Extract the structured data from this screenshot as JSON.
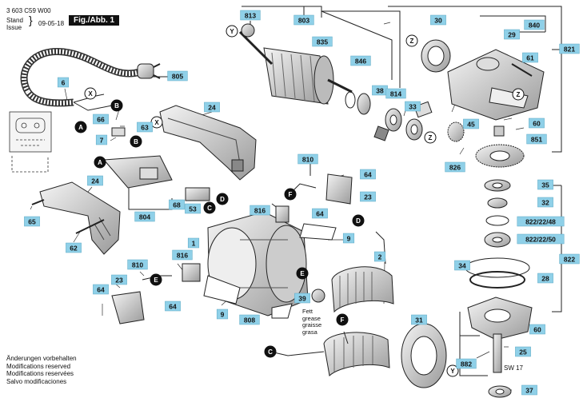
{
  "header": {
    "doc_number": "3 603 C59 W00",
    "stand_label": "Stand",
    "issue_label": "Issue",
    "date": "09-05-18",
    "figure_label": "Fig./Abb. 1"
  },
  "notes": [
    "Änderungen vorbehalten",
    "Modifications reserved",
    "Modifications reservées",
    "Salvo modificaciones"
  ],
  "fett_lines": [
    "Fett",
    "grease",
    "graisse",
    "grasa"
  ],
  "sw_label": "SW 17",
  "part_labels": [
    {
      "id": "813",
      "text": "813"
    },
    {
      "id": "803",
      "text": "803"
    },
    {
      "id": "30",
      "text": "30"
    },
    {
      "id": "840",
      "text": "840"
    },
    {
      "id": "29",
      "text": "29"
    },
    {
      "id": "821",
      "text": "821"
    },
    {
      "id": "835",
      "text": "835"
    },
    {
      "id": "805",
      "text": "805"
    },
    {
      "id": "846",
      "text": "846"
    },
    {
      "id": "38",
      "text": "38"
    },
    {
      "id": "814",
      "text": "814"
    },
    {
      "id": "61",
      "text": "61"
    },
    {
      "id": "6",
      "text": "6"
    },
    {
      "id": "33",
      "text": "33"
    },
    {
      "id": "24a",
      "text": "24"
    },
    {
      "id": "66",
      "text": "66"
    },
    {
      "id": "63",
      "text": "63"
    },
    {
      "id": "45",
      "text": "45"
    },
    {
      "id": "60a",
      "text": "60"
    },
    {
      "id": "851",
      "text": "851"
    },
    {
      "id": "7",
      "text": "7"
    },
    {
      "id": "826",
      "text": "826"
    },
    {
      "id": "810a",
      "text": "810"
    },
    {
      "id": "64a",
      "text": "64"
    },
    {
      "id": "23a",
      "text": "23"
    },
    {
      "id": "35",
      "text": "35"
    },
    {
      "id": "24b",
      "text": "24"
    },
    {
      "id": "816a",
      "text": "816"
    },
    {
      "id": "64b",
      "text": "64"
    },
    {
      "id": "68",
      "text": "68"
    },
    {
      "id": "53",
      "text": "53"
    },
    {
      "id": "32",
      "text": "32"
    },
    {
      "id": "804",
      "text": "804"
    },
    {
      "id": "822_22_48",
      "text": "822/22/48"
    },
    {
      "id": "65",
      "text": "65"
    },
    {
      "id": "9a",
      "text": "9"
    },
    {
      "id": "822_22_50",
      "text": "822/22/50"
    },
    {
      "id": "62",
      "text": "62"
    },
    {
      "id": "1",
      "text": "1"
    },
    {
      "id": "822",
      "text": "822"
    },
    {
      "id": "816b",
      "text": "816"
    },
    {
      "id": "2",
      "text": "2"
    },
    {
      "id": "810b",
      "text": "810"
    },
    {
      "id": "34",
      "text": "34"
    },
    {
      "id": "23b",
      "text": "23"
    },
    {
      "id": "28",
      "text": "28"
    },
    {
      "id": "64c",
      "text": "64"
    },
    {
      "id": "64d",
      "text": "64"
    },
    {
      "id": "39",
      "text": "39"
    },
    {
      "id": "9b",
      "text": "9"
    },
    {
      "id": "808",
      "text": "808"
    },
    {
      "id": "31",
      "text": "31"
    },
    {
      "id": "60b",
      "text": "60"
    },
    {
      "id": "25",
      "text": "25"
    },
    {
      "id": "882",
      "text": "882"
    },
    {
      "id": "37",
      "text": "37"
    }
  ],
  "connector_markers": [
    "X",
    "B",
    "A",
    "Z",
    "Y",
    "F",
    "D",
    "C",
    "E"
  ]
}
